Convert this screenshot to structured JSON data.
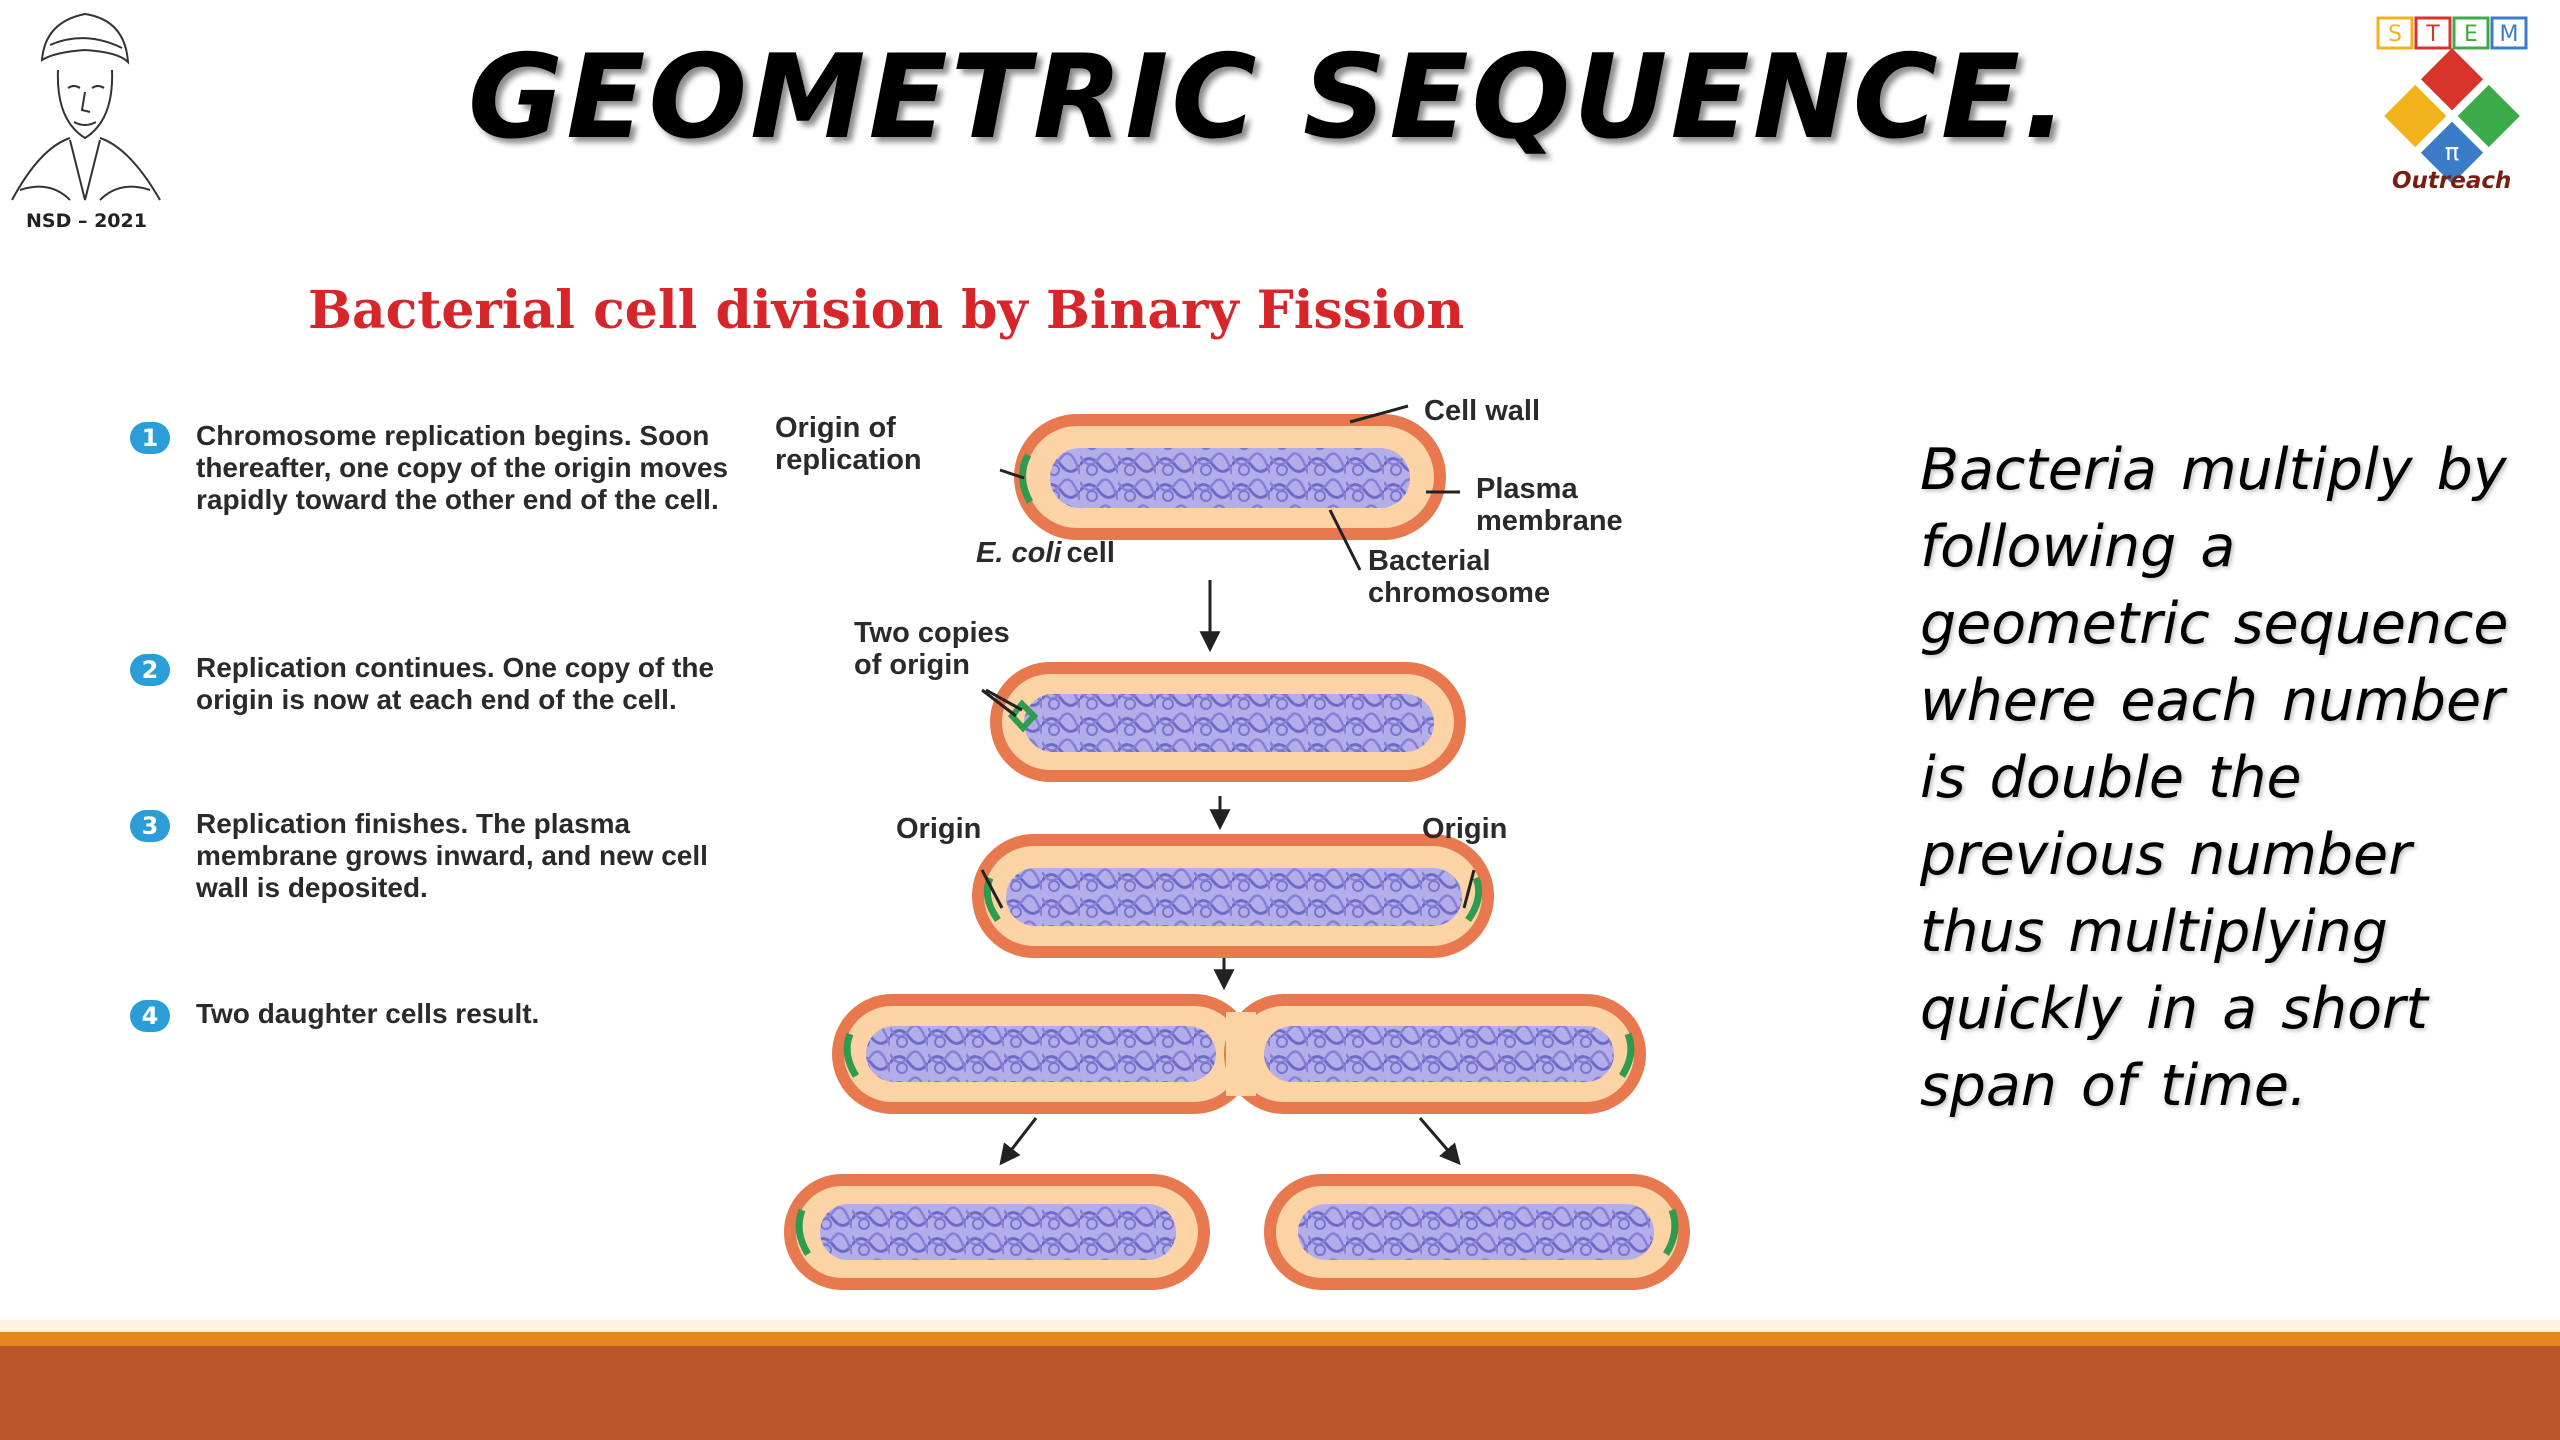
{
  "header": {
    "title": "GEOMETRIC SEQUENCE.",
    "portrait_caption": "NSD – 2021",
    "logo": {
      "letters": [
        "S",
        "T",
        "E",
        "M"
      ],
      "caption": "Outreach"
    }
  },
  "figure": {
    "title": "Bacterial cell division by Binary Fission",
    "steps": [
      {
        "number": "1",
        "text": "Chromosome replication begins. Soon thereafter, one copy of the origin moves rapidly toward the other end of the cell."
      },
      {
        "number": "2",
        "text": "Replication continues. One copy of the origin is now at each end of the cell."
      },
      {
        "number": "3",
        "text": "Replication finishes. The plasma membrane grows inward, and new cell wall is deposited."
      },
      {
        "number": "4",
        "text": "Two daughter cells result."
      }
    ],
    "labels": {
      "origin_of_replication": [
        "Origin of",
        "replication"
      ],
      "cell_wall": "Cell wall",
      "plasma_membrane": [
        "Plasma",
        "membrane"
      ],
      "ecoli_species": "E. coli",
      "ecoli_word": "cell",
      "bacterial_chromosome": [
        "Bacterial",
        "chromosome"
      ],
      "two_copies_of_origin": [
        "Two copies",
        "of origin"
      ],
      "origin_left": "Origin",
      "origin_right": "Origin"
    }
  },
  "body_text": "Bacteria multiply by following a geometric sequence where each number is double the previous number thus multiplying quickly in a short span of time.",
  "colors": {
    "cell_wall": "#e8794f",
    "cytoplasm": "#fbd3a4",
    "chromosome": "#8d88d8",
    "origin": "#2e9b4e",
    "step_badge": "#2b9ed8",
    "figure_title": "#d6262a",
    "footer_band": "#b9572b"
  }
}
